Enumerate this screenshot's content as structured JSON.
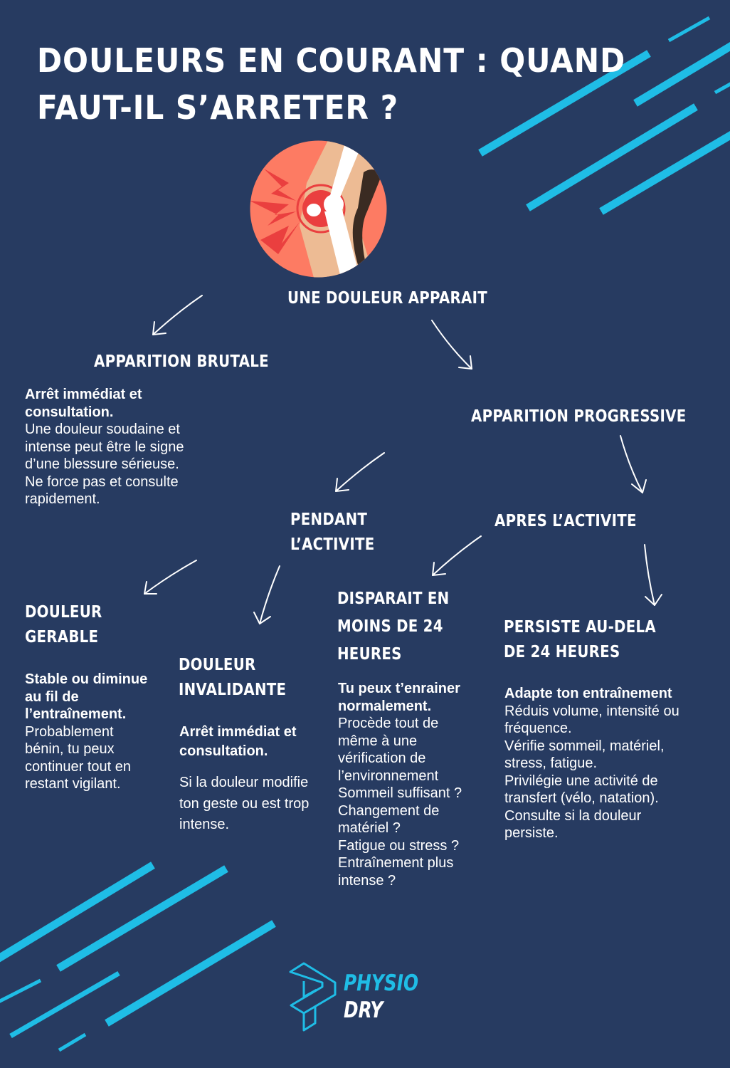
{
  "title": {
    "line1": "DOULEURS EN COURANT : QUAND",
    "line2": "FAUT-IL S’ARRETER ?"
  },
  "colors": {
    "background": "#273b61",
    "accent": "#1fbde6",
    "text": "#ffffff"
  },
  "illustration": "knee-pain-icon",
  "root": "UNE DOULEUR APPARAIT",
  "brutale": {
    "heading": "APPARITION BRUTALE",
    "bold": [
      "Arrêt immédiat et",
      "consultation."
    ],
    "text": [
      "Une douleur soudaine et",
      "intense peut être le signe",
      "d’une blessure sérieuse.",
      "Ne force pas et consulte",
      "rapidement."
    ]
  },
  "progressive": {
    "heading": "APPARITION PROGRESSIVE"
  },
  "pendant": {
    "heading": [
      "PENDANT",
      "L’ACTIVITE"
    ]
  },
  "apres": {
    "heading": "APRES L’ACTIVITE"
  },
  "gerable": {
    "heading": [
      "DOULEUR",
      "GERABLE"
    ],
    "bold": [
      "Stable ou diminue",
      "au fil de",
      "l’entraînement."
    ],
    "text": [
      "Probablement",
      "bénin, tu peux",
      "continuer tout en",
      "restant vigilant."
    ]
  },
  "invalidante": {
    "heading": [
      "DOULEUR",
      "INVALIDANTE"
    ],
    "bold": [
      "Arrêt immédiat et",
      "consultation."
    ],
    "text": [
      "Si la douleur modifie",
      "ton geste ou est trop",
      "intense."
    ]
  },
  "disparait": {
    "heading": [
      "DISPARAIT EN",
      "MOINS DE 24",
      "HEURES"
    ],
    "bold": [
      "Tu peux t’enrainer",
      "normalement."
    ],
    "text_a": [
      "Procède tout de",
      "même à une"
    ],
    "text_b": [
      "vérification de",
      "l’environnement"
    ],
    "list": [
      "Sommeil suffisant ?",
      "Changement de",
      "matériel ?",
      "Fatigue ou stress ?",
      "Entraînement plus",
      "intense ?"
    ]
  },
  "persiste": {
    "heading": [
      "PERSISTE AU-DELA",
      "DE 24 HEURES"
    ],
    "bold": "Adapte ton entraînement",
    "text": [
      "Réduis volume, intensité ou",
      "fréquence.",
      "Vérifie sommeil, matériel,",
      "stress, fatigue.",
      "Privilégie une activité de",
      "transfert (vélo, natation).",
      "Consulte si la douleur",
      "persiste."
    ]
  },
  "logo": {
    "line1": "PHYSIO",
    "line2": "DRY"
  }
}
